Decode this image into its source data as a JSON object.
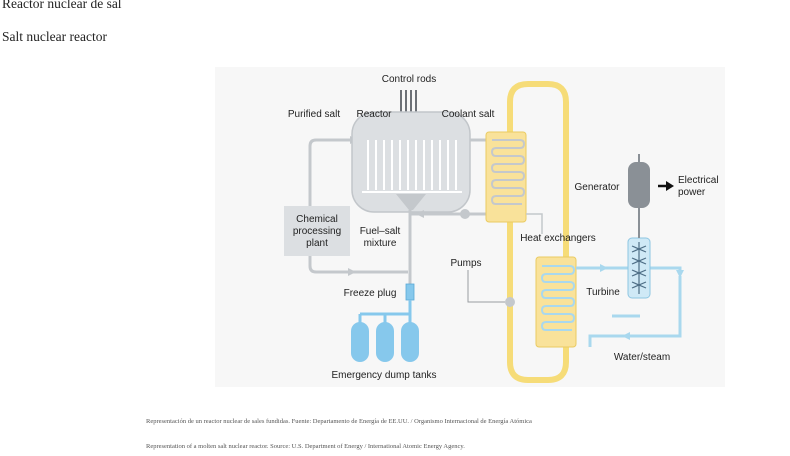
{
  "headings": {
    "spanish": "Reactor nuclear de sal",
    "english": "Salt nuclear reactor"
  },
  "diagram": {
    "labels": {
      "control_rods": "Control rods",
      "purified_salt": "Purified salt",
      "reactor": "Reactor",
      "coolant_salt": "Coolant salt",
      "generator": "Generator",
      "electrical_power_1": "Electrical",
      "electrical_power_2": "power",
      "chemical_1": "Chemical",
      "chemical_2": "processing",
      "chemical_3": "plant",
      "fuel_salt_1": "Fuel–salt",
      "fuel_salt_2": "mixture",
      "heat_exchangers": "Heat exchangers",
      "pumps": "Pumps",
      "turbine": "Turbine",
      "freeze_plug": "Freeze plug",
      "water_steam": "Water/steam",
      "emergency_dump_tanks": "Emergency dump tanks"
    },
    "colors": {
      "yellow_loop": "#f6dc78",
      "exchanger_fill": "#f9e29a",
      "pipe_grey": "#c4c8cc",
      "reactor_fill": "#dcdfe2",
      "dump_tank": "#86c8ec",
      "water_loop": "#a9d8ee",
      "generator": "#8a9096"
    }
  },
  "captions": {
    "spanish": "Representación de un reactor nuclear de sales fundidas. Fuente: Departamento de Energía de EE.UU. / Organismo Internacional de Energía Atómica",
    "english": "Representation of a molten salt nuclear reactor. Source: U.S. Department of Energy / International Atomic Energy Agency."
  }
}
